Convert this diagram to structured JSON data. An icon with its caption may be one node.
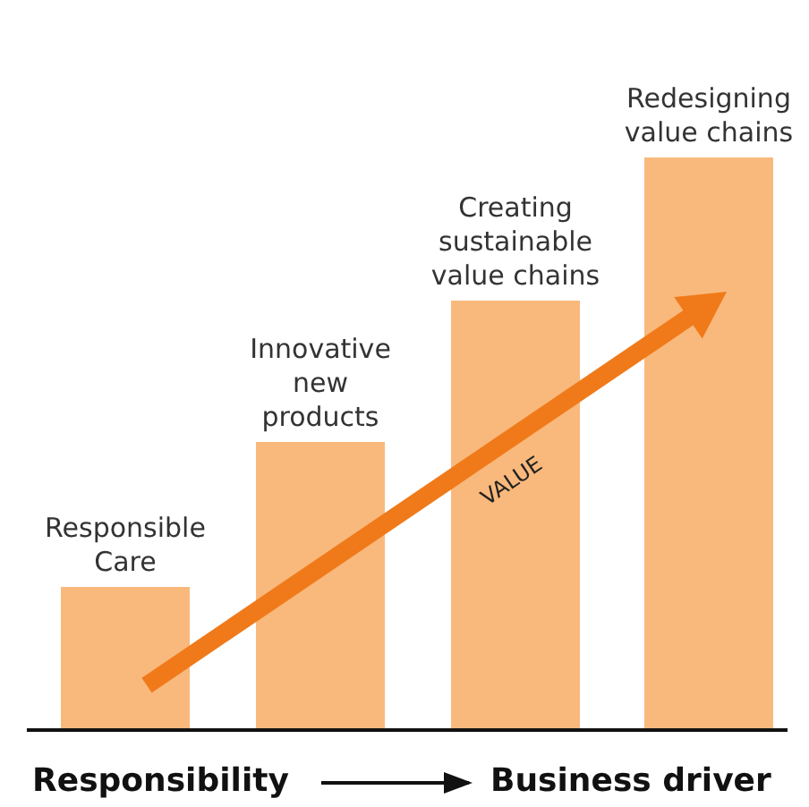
{
  "diagram": {
    "nodes": [
      {
        "text": [
          "Responsible Care"
        ]
      },
      {
        "text": [
          "Innovative new products"
        ]
      },
      {
        "text": [
          "Creating sustainable value chains"
        ]
      },
      {
        "text": [
          "Redesigning value chains"
        ]
      },
      {
        "text": [
          "Responsibility"
        ]
      },
      {
        "text": [
          "Business driver"
        ]
      }
    ],
    "edges": [
      {
        "from": 4,
        "to": 5,
        "arrow": "to"
      }
    ],
    "labels": [
      "VALUE"
    ]
  }
}
